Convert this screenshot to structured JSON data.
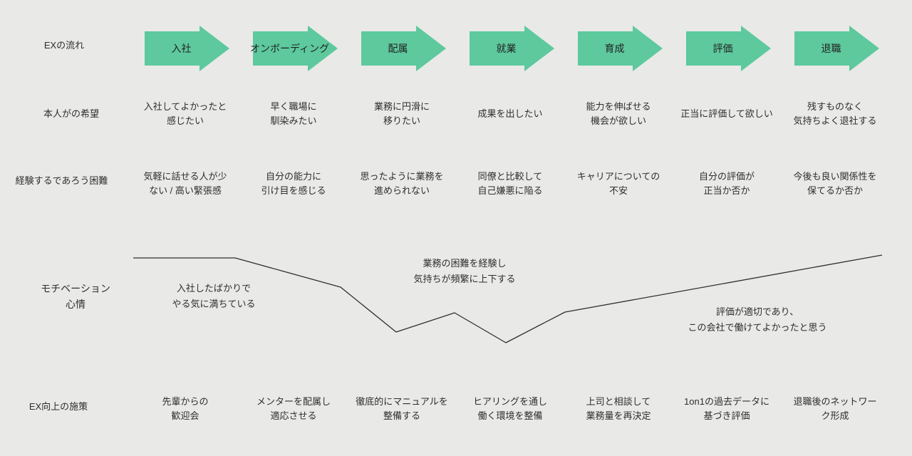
{
  "colors": {
    "background": "#e9e9e8",
    "arrow_green": "#5dc99d",
    "text": "#2e2e2e",
    "line": "#2f2f2f"
  },
  "row_labels": {
    "flow": "EXの流れ",
    "hopes": "本人がの希望",
    "difficulties": "経験するであろう困難",
    "motivation": "モチベーション\n心情",
    "measures": "EX向上の施策"
  },
  "stages": [
    {
      "label": "入社",
      "hope": "入社してよかったと\n感じたい",
      "difficulty": "気軽に話せる人が少\nない / 高い緊張感",
      "measure": "先輩からの\n歓迎会"
    },
    {
      "label": "オンボーディング",
      "hope": "早く職場に\n馴染みたい",
      "difficulty": "自分の能力に\n引け目を感じる",
      "measure": "メンターを配属し\n適応させる"
    },
    {
      "label": "配属",
      "hope": "業務に円滑に\n移りたい",
      "difficulty": "思ったように業務を\n進められない",
      "measure": "徹底的にマニュアルを\n整備する"
    },
    {
      "label": "就業",
      "hope": "成果を出したい",
      "difficulty": "同僚と比較して\n自己嫌悪に陥る",
      "measure": "ヒアリングを通し\n働く環境を整備"
    },
    {
      "label": "育成",
      "hope": "能力を伸ばせる\n機会が欲しい",
      "difficulty": "キャリアについての\n不安",
      "measure": "上司と相談して\n業務量を再決定"
    },
    {
      "label": "評価",
      "hope": "正当に評価して欲しい",
      "difficulty": "自分の評価が\n正当か否か",
      "measure": "1on1の過去データに\n基づき評価"
    },
    {
      "label": "退職",
      "hope": "残すものなく\n気持ちよく退社する",
      "difficulty": "今後も良い関係性を\n保てるか否か",
      "measure": "退職後のネットワー\nク形成"
    }
  ],
  "chart_data": {
    "type": "line",
    "title": "モチベーション・心情の推移",
    "x_stages": [
      "入社",
      "オンボーディング",
      "配属",
      "就業",
      "育成",
      "評価",
      "退職"
    ],
    "series": [
      {
        "name": "モチベーション",
        "points": [
          [
            187,
            362
          ],
          [
            330,
            362
          ],
          [
            478,
            403
          ],
          [
            556,
            466
          ],
          [
            638,
            439
          ],
          [
            710,
            481
          ],
          [
            793,
            438
          ],
          [
            1238,
            358
          ]
        ]
      }
    ],
    "annotations": [
      {
        "text": "入社したばかりで\nやる気に満ちている",
        "anchor_x": 300,
        "anchor_y": 415
      },
      {
        "text": "業務の困難を経験し\n気持ちが頻繁に上下する",
        "anchor_x": 652,
        "anchor_y": 381
      },
      {
        "text": "評価が適切であり、\nこの会社で働けてよかったと思う",
        "anchor_x": 1063,
        "anchor_y": 449
      }
    ],
    "legend": false,
    "grid": false
  }
}
